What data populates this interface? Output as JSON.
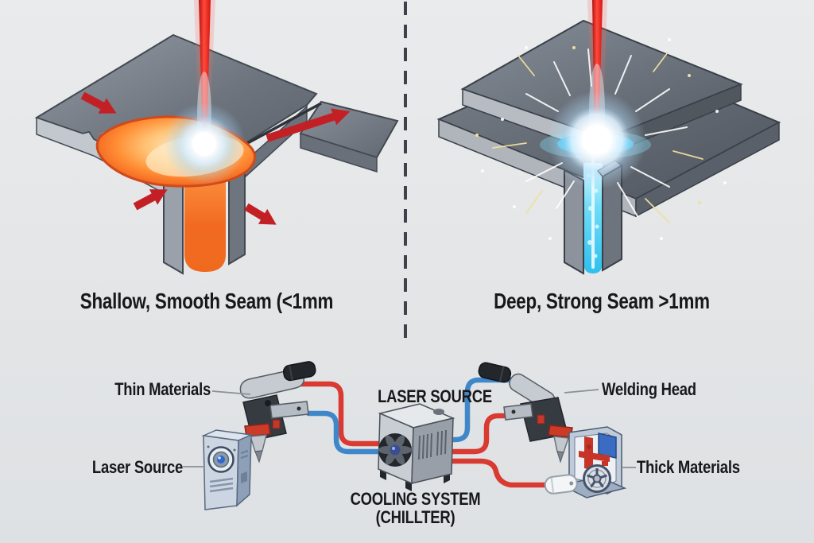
{
  "page": {
    "background": "#e4e6e8",
    "divider_color": "#3d434b"
  },
  "colors": {
    "laser_beam": "#e11b1b",
    "molten_metal": "#f07a28",
    "keyhole_plasma": "#45c9f2",
    "arrow_red": "#c32026",
    "plate_gray": "#767d87",
    "text": "#17181a",
    "hot_line_red": "#d93a31",
    "cold_line_blue": "#3f87c9"
  },
  "comparison": {
    "left": {
      "caption": "Shallow, Smooth Seam (<1mm",
      "illustration": "conduction-mode-weld"
    },
    "right": {
      "caption": "Deep, Strong Seam >1mm",
      "illustration": "keyhole-mode-weld"
    }
  },
  "schematic": {
    "labels": {
      "thin_materials": "Thin Materials",
      "laser_source_device": "Laser Source",
      "laser_source": "LASER SOURCE",
      "cooling_system_line1": "COOLING SYSTEM",
      "cooling_system_line2": "(CHILLTER)",
      "welding_head": "Welding Head",
      "thick_materials": "Thick Materials"
    }
  }
}
